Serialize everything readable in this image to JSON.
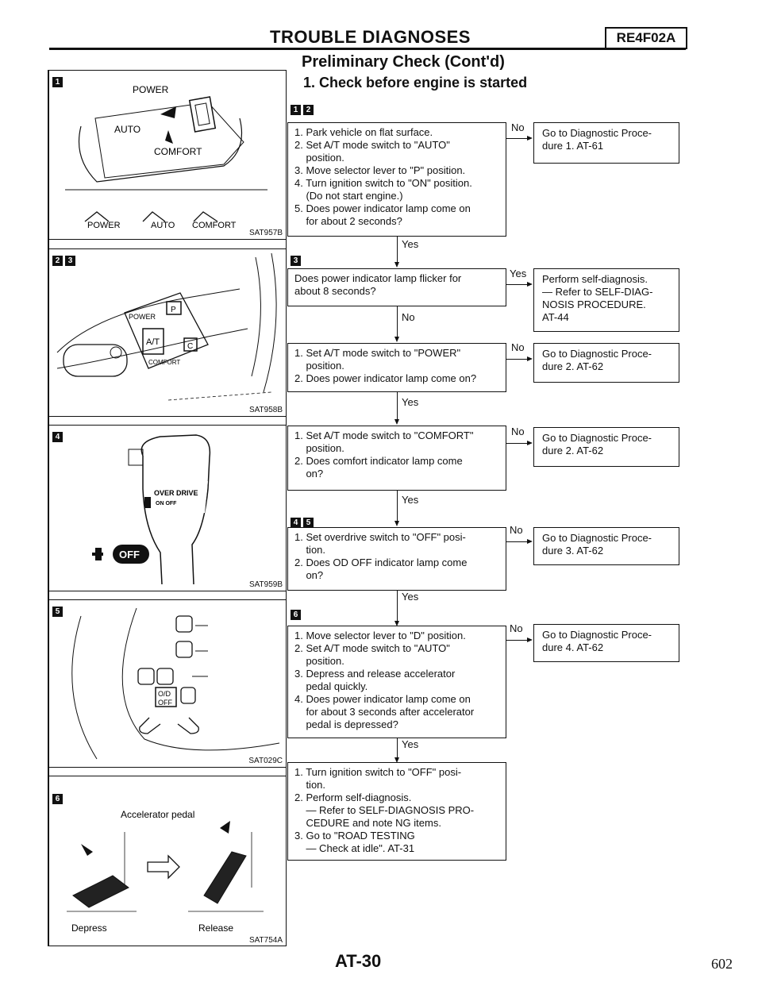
{
  "header": {
    "title": "TROUBLE DIAGNOSES",
    "code": "RE4F02A",
    "subtitle": "Preliminary Check (Cont'd)",
    "step": "1. Check before engine is started"
  },
  "figures": [
    {
      "tags": [
        "1"
      ],
      "code": "SAT957B",
      "labels": [
        "POWER",
        "AUTO",
        "COMFORT",
        "POWER",
        "AUTO",
        "COMFORT"
      ]
    },
    {
      "tags": [
        "2",
        "3"
      ],
      "code": "SAT958B",
      "labels": [
        "POWER",
        "A/T",
        "COMFORT",
        "P",
        "C"
      ]
    },
    {
      "tags": [
        "4"
      ],
      "code": "SAT959B",
      "labels": [
        "OVER DRIVE",
        "ON  OFF",
        "OFF"
      ]
    },
    {
      "tags": [
        "5"
      ],
      "code": "SAT029C",
      "labels": [
        "O/D",
        "OFF"
      ]
    },
    {
      "tags": [
        "6"
      ],
      "code": "SAT754A",
      "labels": [
        "Accelerator pedal",
        "Depress",
        "Release"
      ]
    }
  ],
  "flow": [
    {
      "tags": [
        "1",
        "2"
      ],
      "lines": [
        "1. Park vehicle on flat surface.",
        "2. Set A/T mode switch to \"AUTO\"",
        "    position.",
        "3. Move selector lever to \"P\" position.",
        "4. Turn ignition switch to \"ON\" position.",
        "    (Do not start engine.)",
        "5. Does power indicator lamp come on",
        "    for about 2 seconds?"
      ],
      "side": "No",
      "result": [
        "Go to Diagnostic Proce-",
        "dure 1. AT-61"
      ],
      "down": "Yes"
    },
    {
      "tags": [
        "3"
      ],
      "lines": [
        "Does power indicator lamp flicker for",
        "about 8 seconds?"
      ],
      "side": "Yes",
      "result": [
        "Perform self-diagnosis.",
        "— Refer to SELF-DIAG-",
        "NOSIS PROCEDURE.",
        "AT-44"
      ],
      "down": "No"
    },
    {
      "tags": [],
      "lines": [
        "1. Set A/T mode switch to \"POWER\"",
        "    position.",
        "2. Does power indicator lamp come on?"
      ],
      "side": "No",
      "result": [
        "Go to Diagnostic Proce-",
        "dure 2. AT-62"
      ],
      "down": "Yes"
    },
    {
      "tags": [],
      "lines": [
        "1. Set A/T mode switch to \"COMFORT\"",
        "    position.",
        "2. Does comfort indicator lamp come",
        "    on?"
      ],
      "side": "No",
      "result": [
        "Go to Diagnostic Proce-",
        "dure 2. AT-62"
      ],
      "down": "Yes"
    },
    {
      "tags": [
        "4",
        "5"
      ],
      "lines": [
        "1. Set overdrive switch to \"OFF\" posi-",
        "    tion.",
        "2. Does OD OFF indicator lamp come",
        "    on?"
      ],
      "side": "No",
      "result": [
        "Go to Diagnostic Proce-",
        "dure 3. AT-62"
      ],
      "down": "Yes"
    },
    {
      "tags": [
        "6"
      ],
      "lines": [
        "1. Move selector lever to \"D\" position.",
        "2. Set A/T mode switch to \"AUTO\"",
        "    position.",
        "3. Depress and release accelerator",
        "    pedal quickly.",
        "4. Does power indicator lamp come on",
        "    for about 3 seconds after accelerator",
        "    pedal is depressed?"
      ],
      "side": "No",
      "result": [
        "Go to Diagnostic Proce-",
        "dure 4. AT-62"
      ],
      "down": "Yes"
    },
    {
      "tags": [],
      "lines": [
        "1. Turn ignition switch to \"OFF\" posi-",
        "    tion.",
        "2. Perform self-diagnosis.",
        "    — Refer to SELF-DIAGNOSIS PRO-",
        "    CEDURE and note NG items.",
        "3. Go to \"ROAD TESTING",
        "    — Check at idle\". AT-31"
      ]
    }
  ],
  "footer": {
    "page_code": "AT-30",
    "page_number": "602"
  }
}
